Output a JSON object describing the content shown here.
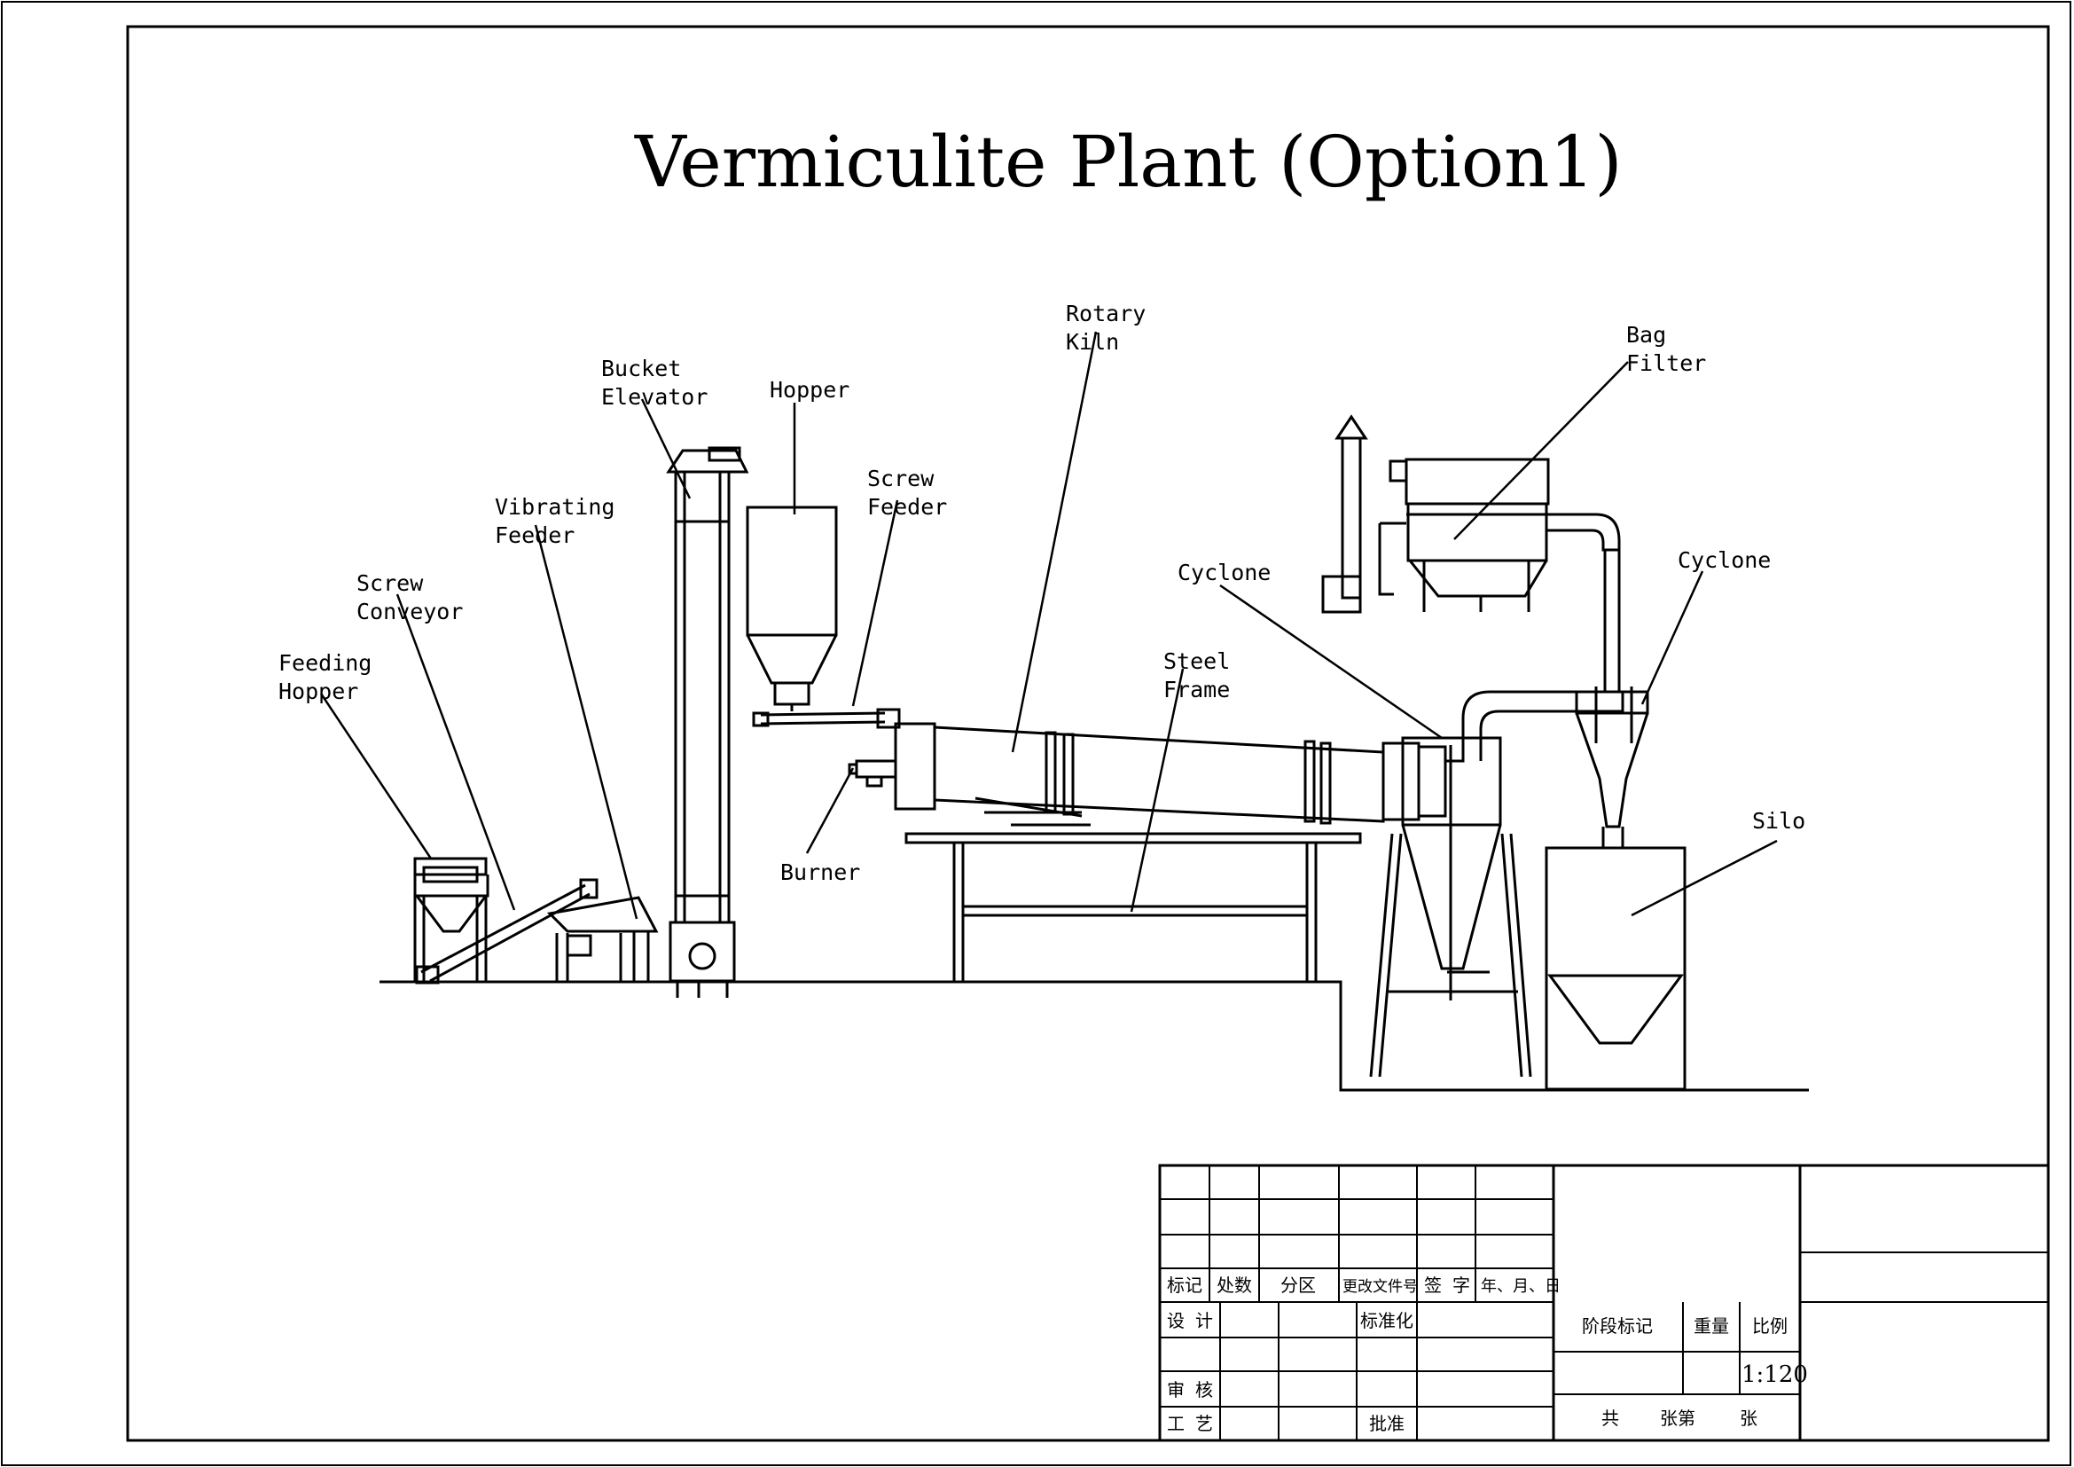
{
  "title": "Vermiculite Plant (Option1)",
  "labels": {
    "feeding_hopper": [
      "Feeding",
      "Hopper"
    ],
    "screw_conveyor": [
      "Screw",
      "Conveyor"
    ],
    "vibrating_feeder": [
      "Vibrating",
      "Feeder"
    ],
    "bucket_elevator": [
      "Bucket",
      "Elevator"
    ],
    "hopper": "Hopper",
    "screw_feeder": [
      "Screw",
      "Feeder"
    ],
    "burner": "Burner",
    "rotary_kiln": [
      "Rotary",
      "Kiln"
    ],
    "steel_frame": [
      "Steel",
      "Frame"
    ],
    "cyclone_1": "Cyclone",
    "bag_filter": [
      "Bag",
      "Filter"
    ],
    "cyclone_2": "Cyclone",
    "silo": "Silo"
  },
  "title_block": {
    "rev_headers": [
      "标记",
      "处数",
      "分区",
      "更改文件号",
      "签 字",
      "年、月、日"
    ],
    "design": "设 计",
    "standardization": "标准化",
    "review": "审 核",
    "process": "工 艺",
    "approval": "批准",
    "stage_mark": "阶段标记",
    "weight": "重量",
    "scale_label": "比例",
    "scale": "1:120",
    "total": "共",
    "sheet_of": "张第",
    "sheet": "张"
  }
}
